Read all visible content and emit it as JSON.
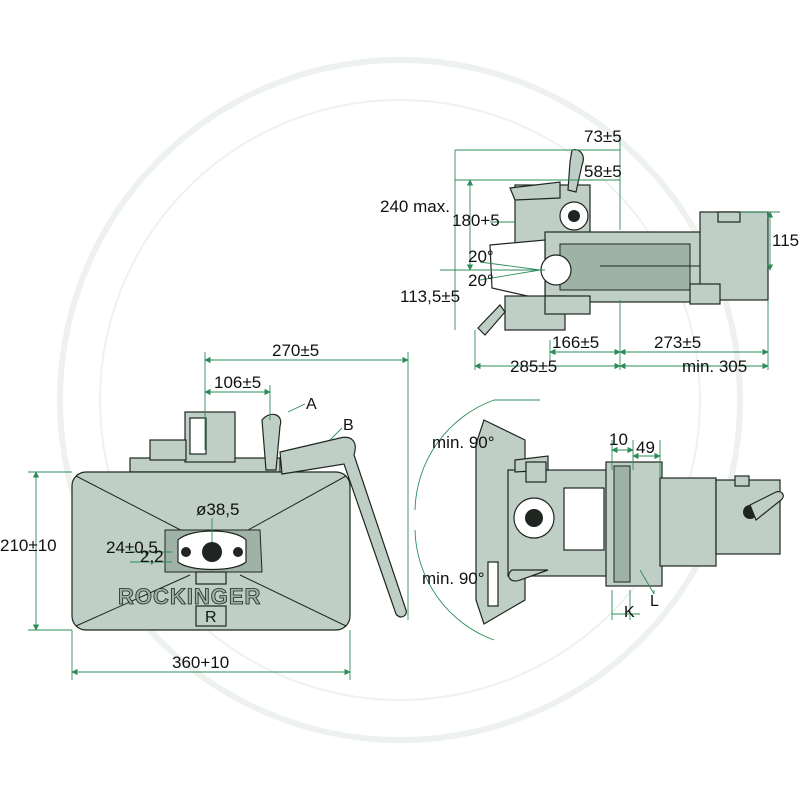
{
  "colors": {
    "body": "#bfcfc5",
    "body_dark": "#9fb2a6",
    "outline": "#1f2622",
    "dim_line": "#2e8c5a",
    "watermark": "#eef2ef",
    "text": "#111111"
  },
  "side_view": {
    "dims": {
      "d73": "73±5",
      "d58": "58±5",
      "d240": "240 max.",
      "d180": "180+5",
      "d115": "115",
      "a20_top": "20°",
      "a20_bot": "20°",
      "d113": "113,5±5",
      "d166": "166±5",
      "d273": "273±5",
      "d285": "285±5",
      "d305": "min. 305"
    }
  },
  "front_view": {
    "dims": {
      "d270": "270±5",
      "d106": "106±5",
      "d38": "ø38,5",
      "d210": "210±10",
      "d24": "24±0,5",
      "d22": "2,2",
      "d360": "360+10"
    },
    "labels": {
      "a": "A",
      "b": "B"
    },
    "brand": "ROCKINGER",
    "emblem": "R"
  },
  "top_view": {
    "dims": {
      "min90_top": "min. 90°",
      "min90_bot": "min. 90°",
      "d10": "10",
      "d49": "49"
    },
    "labels": {
      "k": "K",
      "l": "L"
    }
  }
}
